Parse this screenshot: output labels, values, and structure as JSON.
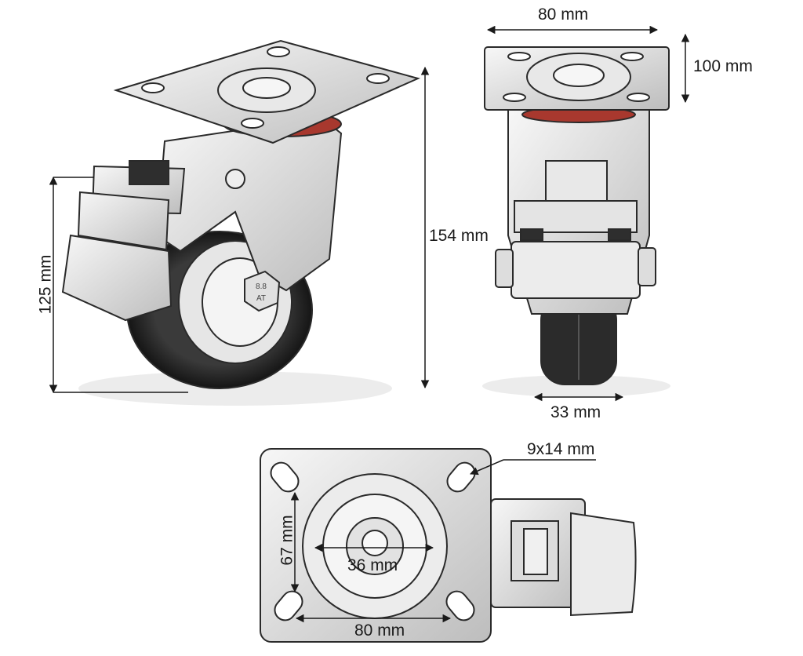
{
  "views": {
    "perspective": {
      "height_label": "125 mm",
      "total_height_label": "154 mm",
      "axle_marking_top": "8.8",
      "axle_marking_bottom": "AT"
    },
    "front": {
      "plate_width_label": "80 mm",
      "plate_depth_label": "100 mm",
      "wheel_width_label": "33 mm"
    },
    "top": {
      "hole_size_label": "9x14 mm",
      "hole_spacing_vertical_label": "67 mm",
      "hole_spacing_horizontal_label": "80 mm",
      "center_diameter_label": "36 mm"
    }
  },
  "colors": {
    "line": "#2a2a2a",
    "metal_light": "#f2f2f2",
    "metal_mid": "#cfcfcf",
    "tire": "#2b2b2b",
    "bearing_red": "#a8382e"
  }
}
